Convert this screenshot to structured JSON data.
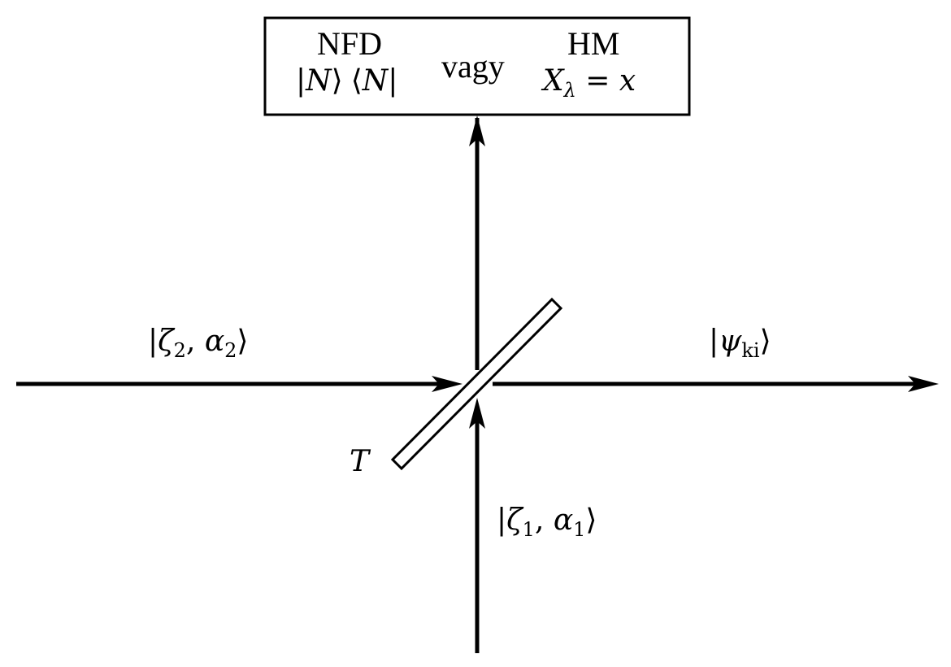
{
  "detector_box": {
    "nfd_title": "NFD",
    "projector_ket": "N",
    "projector_bra": "N",
    "separator": "vagy",
    "hm_title": "HM",
    "quadrature_symbol": "X",
    "quadrature_subscript": "λ",
    "quadrature_value": "x"
  },
  "input_mode_2": {
    "squeeze": "ζ",
    "squeeze_index": "2",
    "amplitude": "α",
    "amplitude_index": "2"
  },
  "input_mode_1": {
    "squeeze": "ζ",
    "squeeze_index": "1",
    "amplitude": "α",
    "amplitude_index": "1"
  },
  "output_state": {
    "symbol": "ψ",
    "subscript": "ki"
  },
  "beam_splitter": {
    "label": "T"
  },
  "colors": {
    "stroke": "#000000",
    "background": "#ffffff"
  }
}
